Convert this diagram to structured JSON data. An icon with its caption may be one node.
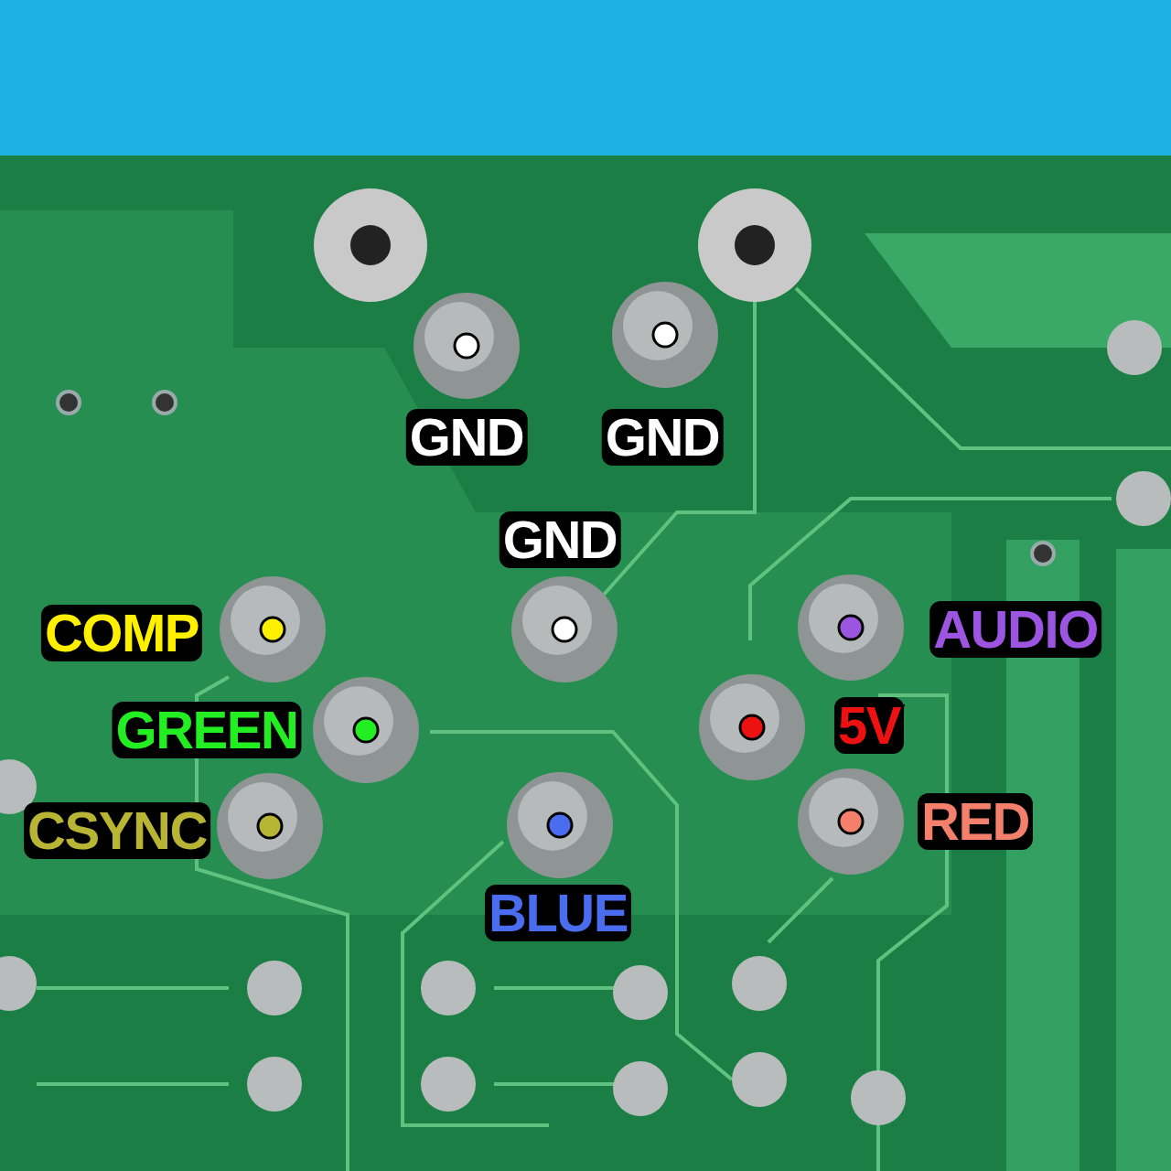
{
  "diagram": {
    "labels": [
      "GND",
      "GND",
      "GND",
      "COMP",
      "AUDIO",
      "GREEN",
      "5V",
      "CSYNC",
      "RED",
      "BLUE"
    ]
  }
}
